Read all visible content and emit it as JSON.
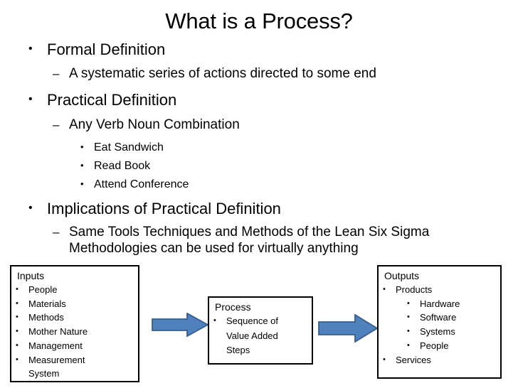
{
  "slide": {
    "title": "What is a Process?",
    "outline": [
      {
        "level": 1,
        "marker": "•",
        "text": "Formal Definition"
      },
      {
        "level": 2,
        "marker": "–",
        "text": "A systematic series of actions directed to some end"
      },
      {
        "level": 1,
        "marker": "•",
        "text": "Practical Definition"
      },
      {
        "level": 2,
        "marker": "–",
        "text": "Any Verb Noun Combination"
      },
      {
        "level": 3,
        "marker": "•",
        "text": "Eat Sandwich"
      },
      {
        "level": 3,
        "marker": "•",
        "text": "Read Book"
      },
      {
        "level": 3,
        "marker": "•",
        "text": "Attend Conference"
      },
      {
        "level": 1,
        "marker": "•",
        "text": "Implications of Practical Definition"
      },
      {
        "level": 2,
        "marker": "–",
        "text": "Same Tools Techniques and Methods of the Lean Six Sigma Methodologies can be used for virtually anything"
      }
    ]
  },
  "diagram": {
    "inputs": {
      "title": "Inputs",
      "bullet": "•",
      "items": [
        "People",
        "Materials",
        "Methods",
        "Mother Nature",
        "Management",
        "Measurement"
      ],
      "continuation": "System"
    },
    "process": {
      "title": "Process",
      "bullet": "•",
      "items": [
        "Sequence of"
      ],
      "continuation_lines": [
        "Value Added",
        "Steps"
      ]
    },
    "outputs": {
      "title": "Outputs",
      "bullet": "•",
      "sub_bullet": "•",
      "item_products": "Products",
      "sub_items": [
        "Hardware",
        "Software",
        "Systems",
        "People"
      ],
      "item_services": "Services"
    },
    "arrows": [
      {
        "name": "arrow-inputs-to-process"
      },
      {
        "name": "arrow-process-to-outputs"
      }
    ],
    "colors": {
      "arrow_fill": "#4F81BD",
      "arrow_stroke": "#385D8A",
      "box_border": "#000000",
      "text": "#000000",
      "background": "#FFFFFF"
    }
  }
}
